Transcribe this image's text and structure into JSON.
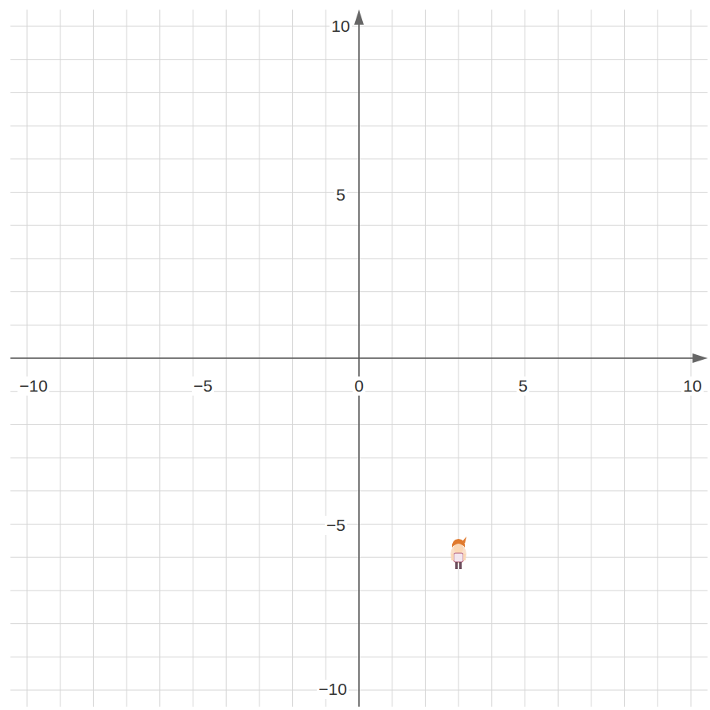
{
  "diagram": {
    "labels": [
      "10",
      "5",
      "−10",
      "−5",
      "0",
      "5",
      "10",
      "−5",
      "−10"
    ]
  }
}
